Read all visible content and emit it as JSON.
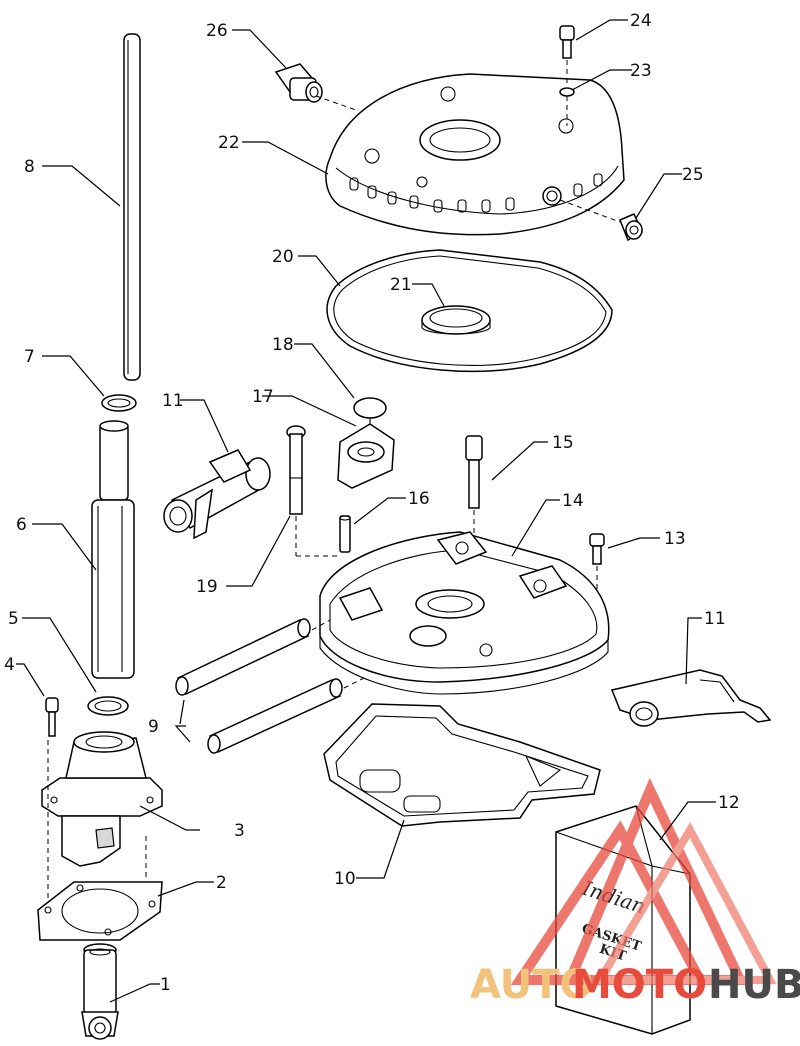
{
  "callouts": {
    "c1": "1",
    "c2": "2",
    "c3": "3",
    "c4": "4",
    "c5": "5",
    "c6": "6",
    "c7": "7",
    "c8": "8",
    "c9": "9",
    "c10": "10",
    "c11a": "11",
    "c11b": "11",
    "c12": "12",
    "c13": "13",
    "c14": "14",
    "c15": "15",
    "c16": "16",
    "c17": "17",
    "c18": "18",
    "c19": "19",
    "c20": "20",
    "c21": "21",
    "c22": "22",
    "c23": "23",
    "c24": "24",
    "c25": "25",
    "c26": "26"
  },
  "gasket_kit": {
    "brand": "Indian",
    "label_line1": "GASKET",
    "label_line2": "KIT"
  },
  "watermark": {
    "part1": "AUTO",
    "part2": "MOTO",
    "part3": "HUB"
  },
  "colors": {
    "line": "#000000",
    "watermark_red": "#e84a3c",
    "watermark_orange": "#f3c27a",
    "watermark_gray": "#4a4a4a"
  }
}
